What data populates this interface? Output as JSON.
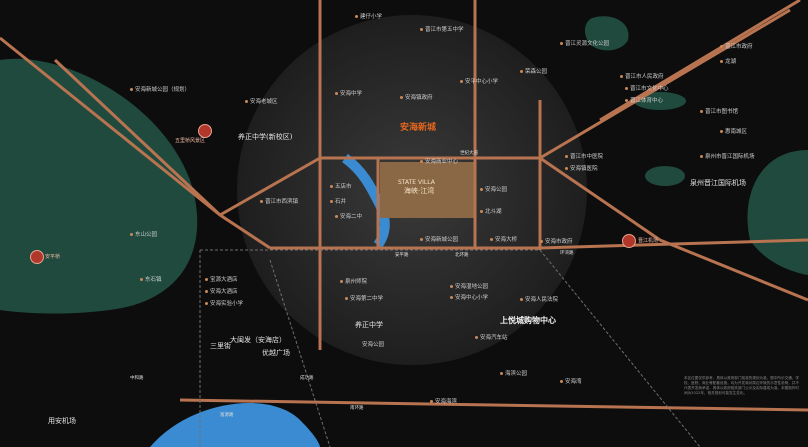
{
  "colors": {
    "road": "#b87350",
    "park": "#1f4a3d",
    "water": "#3a8bd1",
    "bg": "#0d0d0d",
    "accent": "#e0651f",
    "red": "#e23b2b"
  },
  "project": {
    "name_en": "STATE VILLA",
    "name_cn": "海峡·江湾"
  },
  "district": "安海新城",
  "pins": [
    {
      "text": "五里桥风景区"
    },
    {
      "text": "安平桥"
    },
    {
      "text": "晋江机场"
    }
  ],
  "labels": {
    "school_new": "养正中学(新校区)",
    "school": "养正中学",
    "mall": "上悦城购物中心",
    "dadf": "大闽发（安海店）",
    "youdi": "优越广场",
    "sanliju": "三里街",
    "anhai_park": "安海公园",
    "jinjiang_airport": "泉州晋江国际机场",
    "yongan": "用安机场"
  },
  "pois": [
    "建仔小学",
    "晋江市第五中学",
    "晋江灵源文化公园",
    "安海中学",
    "安海镇政府",
    "安平中心小学",
    "荣森公园",
    "安海老城区",
    "晋江市西滨镇",
    "五店市",
    "石井",
    "安海二中",
    "安海公园",
    "北斗湖",
    "安海新城公园",
    "安海大桥",
    "安海市政府",
    "泉州师院",
    "安海第二中学",
    "安海湿地公园",
    "安海中心小学",
    "宝源大酒店",
    "安海大酒店",
    "安海人民法院",
    "安海实验小学",
    "安海汽车站",
    "世纪大道",
    "北环路",
    "环湾路",
    "泉州市晋江国际机场",
    "晋江市中医院",
    "安海镇医院",
    "安海新城公园（规划）",
    "东山公园",
    "晋江市人民政府",
    "东石镇",
    "晋江市文化中心",
    "晋江体育中心",
    "晋江市图书馆",
    "安海商业中心",
    "安平路",
    "晋江市政府",
    "龙湖",
    "惠南城区",
    "安海湾",
    "安海海滨",
    "南环路",
    "成功路",
    "中和路",
    "海滨公园",
    "富源路"
  ],
  "disclaimer": "本区位图仅供参考，具体以政府部门批准的规划为准。图中所示交通、学校、医院、商业等配套设施，均为开发商对周边环境的示意性说明，并不代表开发商承诺，具体以政府相关部门公示及实际建成为准。本图制作时间为2022年，相关规划可能发生变化。"
}
